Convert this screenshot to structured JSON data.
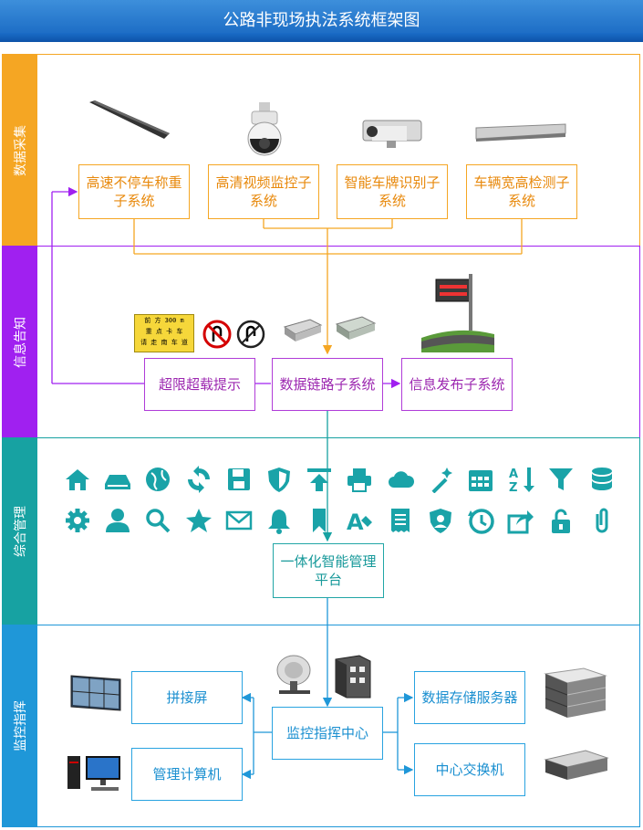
{
  "title": "公路非现场执法系统框架图",
  "colors": {
    "orange": "#f5a623",
    "purple": "#a020f0",
    "teal": "#17a2a2",
    "blue": "#1f97d8"
  },
  "bands": {
    "collect": {
      "label": "数据采集"
    },
    "inform": {
      "label": "信息告知"
    },
    "manage": {
      "label": "综合管理"
    },
    "command": {
      "label": "监控指挥"
    }
  },
  "collect_boxes": [
    "高速不停车称重子系统",
    "高清视频监控子系统",
    "智能车牌识别子系统",
    "车辆宽高检测子系统"
  ],
  "inform_boxes": {
    "overload": "超限超载提示",
    "link": "数据链路子系统",
    "publish": "信息发布子系统"
  },
  "sign_text": [
    "前 方 300 m",
    "重 点 卡 车",
    "请 走 南 车 道"
  ],
  "manage_box": "一体化智能管理平台",
  "command_boxes": {
    "splice": "拼接屏",
    "computer": "管理计算机",
    "center": "监控指挥中心",
    "storage": "数据存储服务器",
    "switch": "中心交换机"
  },
  "icons": [
    "home-icon",
    "drive-icon",
    "globe-icon",
    "refresh-icon",
    "save-icon",
    "shield-icon",
    "upload-icon",
    "printer-icon",
    "cloud-icon",
    "magic-wand-icon",
    "calendar-icon",
    "sort-az-icon",
    "filter-icon",
    "database-icon",
    "gear-icon",
    "user-icon",
    "search-icon",
    "star-icon",
    "mail-icon",
    "bell-icon",
    "bookmark-icon",
    "font-icon",
    "receipt-icon",
    "security-icon",
    "history-icon",
    "share-icon",
    "unlock-icon",
    "paperclip-icon"
  ]
}
